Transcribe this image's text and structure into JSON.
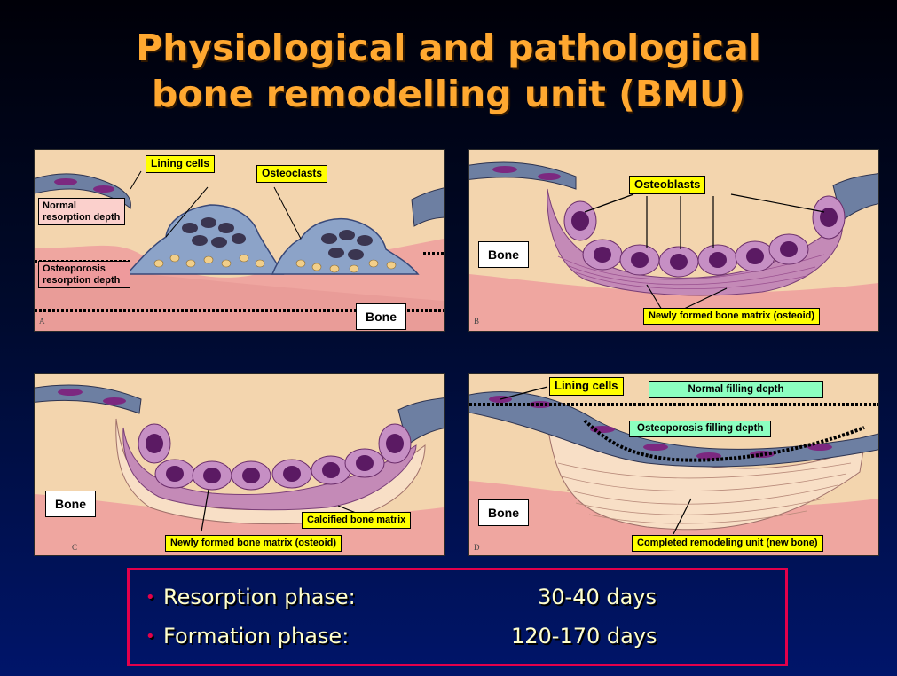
{
  "slide": {
    "title_line1": "Physiological and pathological",
    "title_line2": "bone remodelling unit (BMU)"
  },
  "panel_a": {
    "corner": "A",
    "lining_cells": "Lining cells",
    "osteoclasts": "Osteoclasts",
    "normal_depth": "Normal resorption depth",
    "osteoporosis_depth": "Osteoporosis resorption depth",
    "bone": "Bone"
  },
  "panel_b": {
    "corner": "B",
    "osteoblasts": "Osteoblasts",
    "bone": "Bone",
    "matrix": "Newly formed bone matrix (osteoid)"
  },
  "panel_c": {
    "corner": "C",
    "bone": "Bone",
    "calcified": "Calcified bone matrix",
    "matrix": "Newly formed bone matrix (osteoid)"
  },
  "panel_d": {
    "corner": "D",
    "lining_cells": "Lining cells",
    "normal_filling": "Normal filling depth",
    "osteoporosis_filling": "Osteoporosis filling depth",
    "bone": "Bone",
    "completed": "Completed remodeling unit (new bone)"
  },
  "phases": [
    {
      "bullet": "•",
      "label": "Resorption phase:",
      "days": "30-40 days"
    },
    {
      "bullet": "•",
      "label": "Formation phase:",
      "days": "120-170 days"
    }
  ],
  "colors": {
    "title": "#ffa830",
    "frame": "#e3004b",
    "label_yellow": "#ffff00",
    "label_green": "#8cffc0"
  }
}
